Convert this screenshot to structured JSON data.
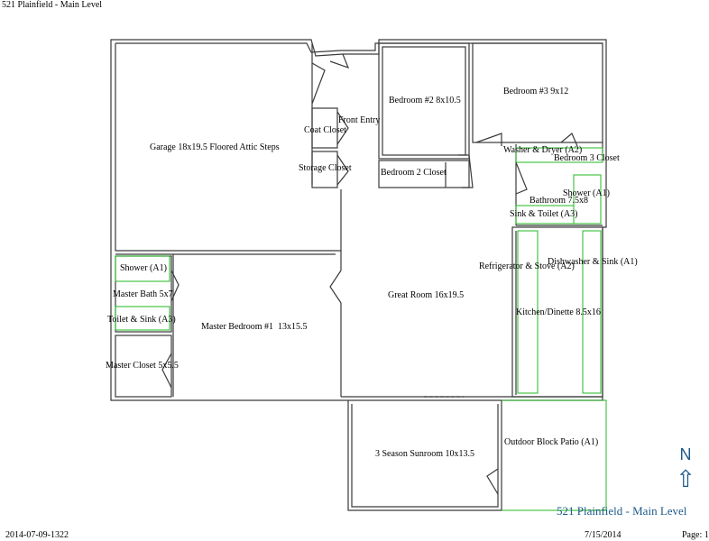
{
  "header": {
    "title": "521 Plainfield - Main Level"
  },
  "rooms": {
    "garage": "Garage 18x19.5 Floored Attic Steps",
    "bedroom2": "Bedroom #2 8x10.5",
    "bedroom3": "Bedroom #3 9x12",
    "front_entry": "Front Entry",
    "coat_closet": "Coat Closet",
    "storage_closet": "Storage Closet",
    "bedroom2_closet": "Bedroom 2 Closet",
    "washer_dryer": "Washer & Dryer (A2)",
    "bedroom3_closet": "Bedroom 3 Closet",
    "shower_a1_bath": "Shower (A1)",
    "bathroom": "Bathroom 7.5x8",
    "sink_toilet": "Sink & Toilet (A3)",
    "refrigerator_stove": "Refrigerator & Stove (A2)",
    "dishwasher_sink": "Dishwasher & Sink (A1)",
    "kitchen": "Kitchen/Dinette 8.5x16",
    "great_room": "Great Room 16x19.5",
    "shower_a1_master": "Shower (A1)",
    "master_bath": "Master Bath 5x7",
    "toilet_sink": "Toilet & Sink (A3)",
    "master_bedroom": "Master Bedroom #1  13x15.5",
    "master_closet": "Master Closet 5x5.5",
    "sunroom": "3 Season Sunroom 10x13.5",
    "patio": "Outdoor Block Patio (A1)"
  },
  "compass": {
    "letter": "N",
    "arrow": "⇧"
  },
  "caption": "521 Plainfield - Main Level",
  "footer": {
    "left": "2014-07-09-1322",
    "date": "7/15/2014",
    "page": "Page: 1"
  }
}
